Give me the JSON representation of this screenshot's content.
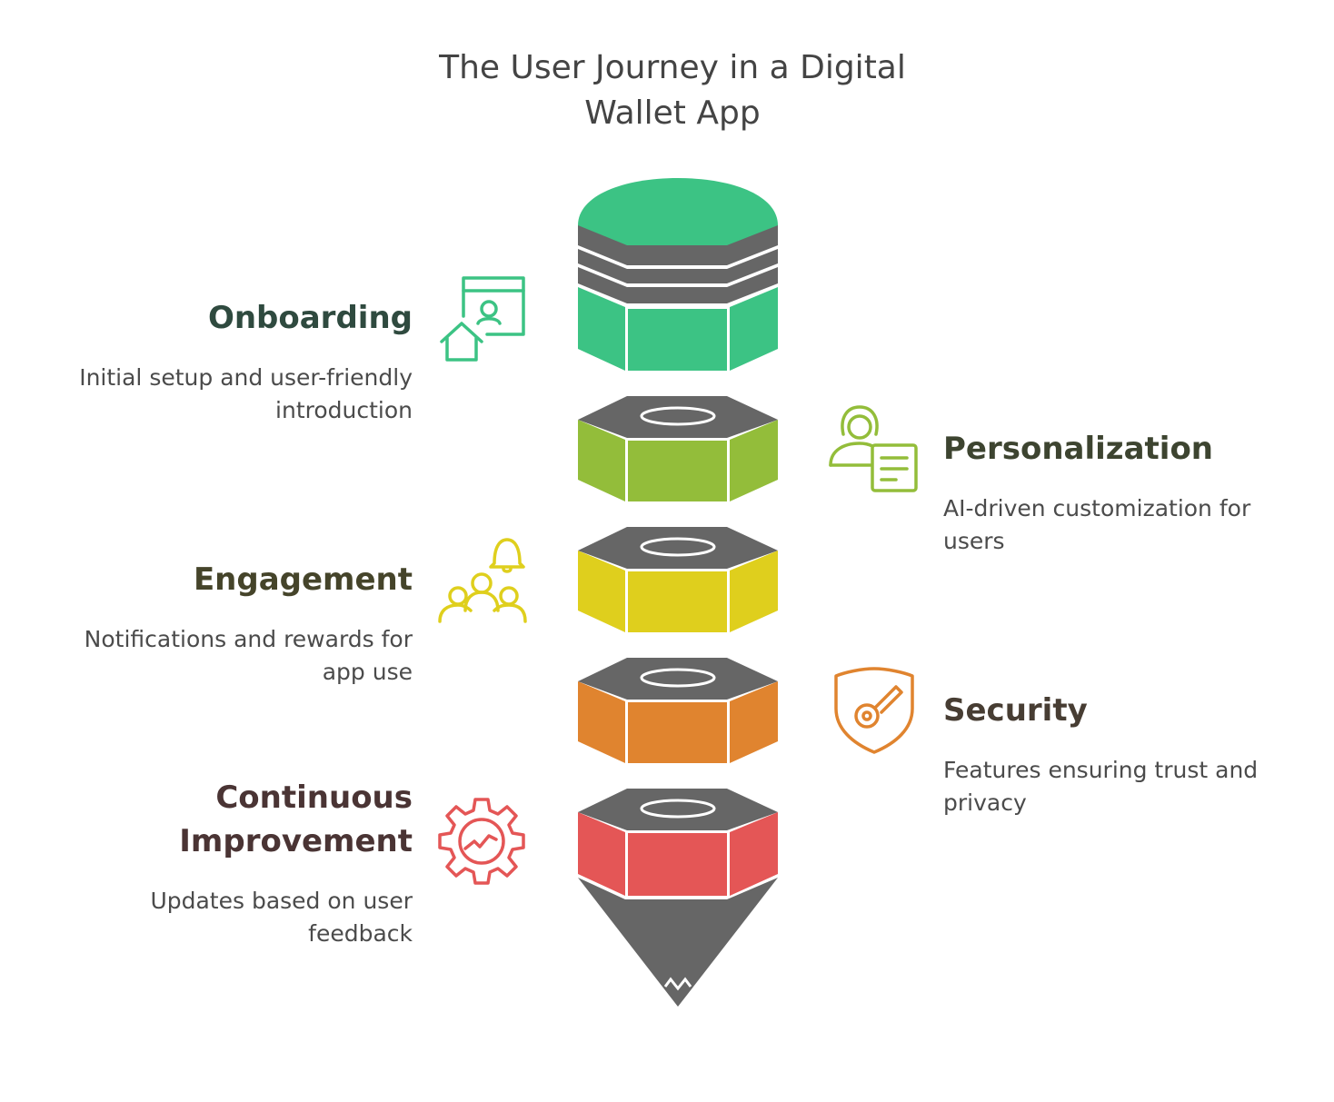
{
  "title": "The User Journey in a Digital Wallet App",
  "colors": {
    "background": "#ffffff",
    "stack_dark": "#666666",
    "onboarding": "#3cc384",
    "personalization": "#93bd3a",
    "engagement": "#dfcf1d",
    "security": "#e0842f",
    "continuous_improvement": "#e45656"
  },
  "stages": [
    {
      "id": "onboarding",
      "title": "Onboarding",
      "description": "Initial setup and user-friendly introduction",
      "side": "left",
      "color": "#3cc384",
      "title_color": "#2f4a3f",
      "icon": "profile-home-icon"
    },
    {
      "id": "personalization",
      "title": "Personalization",
      "description": "AI-driven customization for users",
      "side": "right",
      "color": "#93bd3a",
      "title_color": "#3d4430",
      "icon": "user-document-icon"
    },
    {
      "id": "engagement",
      "title": "Engagement",
      "description": "Notifications and rewards for app use",
      "side": "left",
      "color": "#dfcf1d",
      "title_color": "#45442a",
      "icon": "people-bell-icon"
    },
    {
      "id": "security",
      "title": "Security",
      "description": "Features ensuring trust and privacy",
      "side": "right",
      "color": "#e0842f",
      "title_color": "#473d33",
      "icon": "shield-key-icon"
    },
    {
      "id": "continuous_improvement",
      "title": "Continuous Improvement",
      "description": "Updates based on user feedback",
      "side": "left",
      "color": "#e45656",
      "title_color": "#4a3434",
      "icon": "gear-chart-icon"
    }
  ]
}
